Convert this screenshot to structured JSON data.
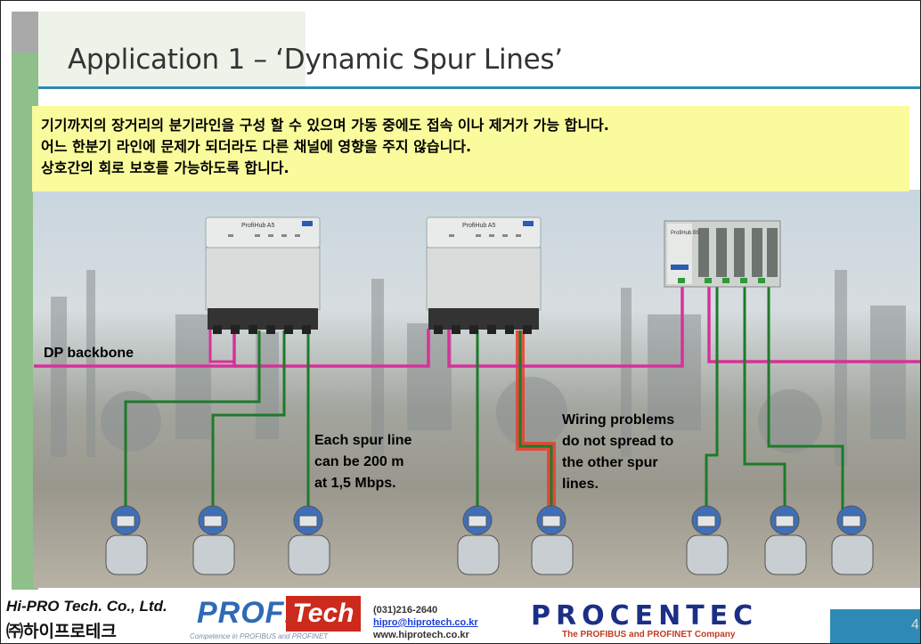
{
  "slide": {
    "title": "Application 1 – ‘Dynamic Spur Lines’",
    "page_number": "4"
  },
  "callout": {
    "lines": [
      "기기까지의 장거리의 분기라인을 구성 할 수 있으며  가동 중에도 접속 이나 제거가 가능 합니다.",
      "어느 한분기 라인에 문제가 되더라도 다른 채널에 영향을 주지 않습니다.",
      "상호간의 회로 보호를 가능하도록 합니다."
    ],
    "background_color": "#fafb9c"
  },
  "diagram": {
    "backbone_label": "DP backbone",
    "hub_labels": [
      "ProfiHub A5",
      "ProfiHub A5",
      "ProfiHub B5"
    ],
    "spur_note": [
      "Each spur line",
      "can be 200 m",
      "at 1,5 Mbps."
    ],
    "wiring_note": [
      "Wiring problems",
      "do not spread to",
      "the other spur",
      "lines."
    ],
    "colors": {
      "backbone": "#d6319a",
      "spur": "#1e7a2a",
      "fault": "#ef3b2a"
    }
  },
  "footer": {
    "company_en": "Hi-PRO Tech. Co., Ltd.",
    "company_kr": "㈜하이프로테크",
    "profitech_profi": "PROFI",
    "profitech_tech": "Tech",
    "profitech_tagline": "Competence in PROFIBUS and PROFINET",
    "phone": "(031)216-2640",
    "email": "hipro@hiprotech.co.kr",
    "website": "www.hiprotech.co.kr",
    "procentec": "PROCENTEC",
    "procentec_tagline": "The PROFIBUS and PROFINET Company"
  }
}
